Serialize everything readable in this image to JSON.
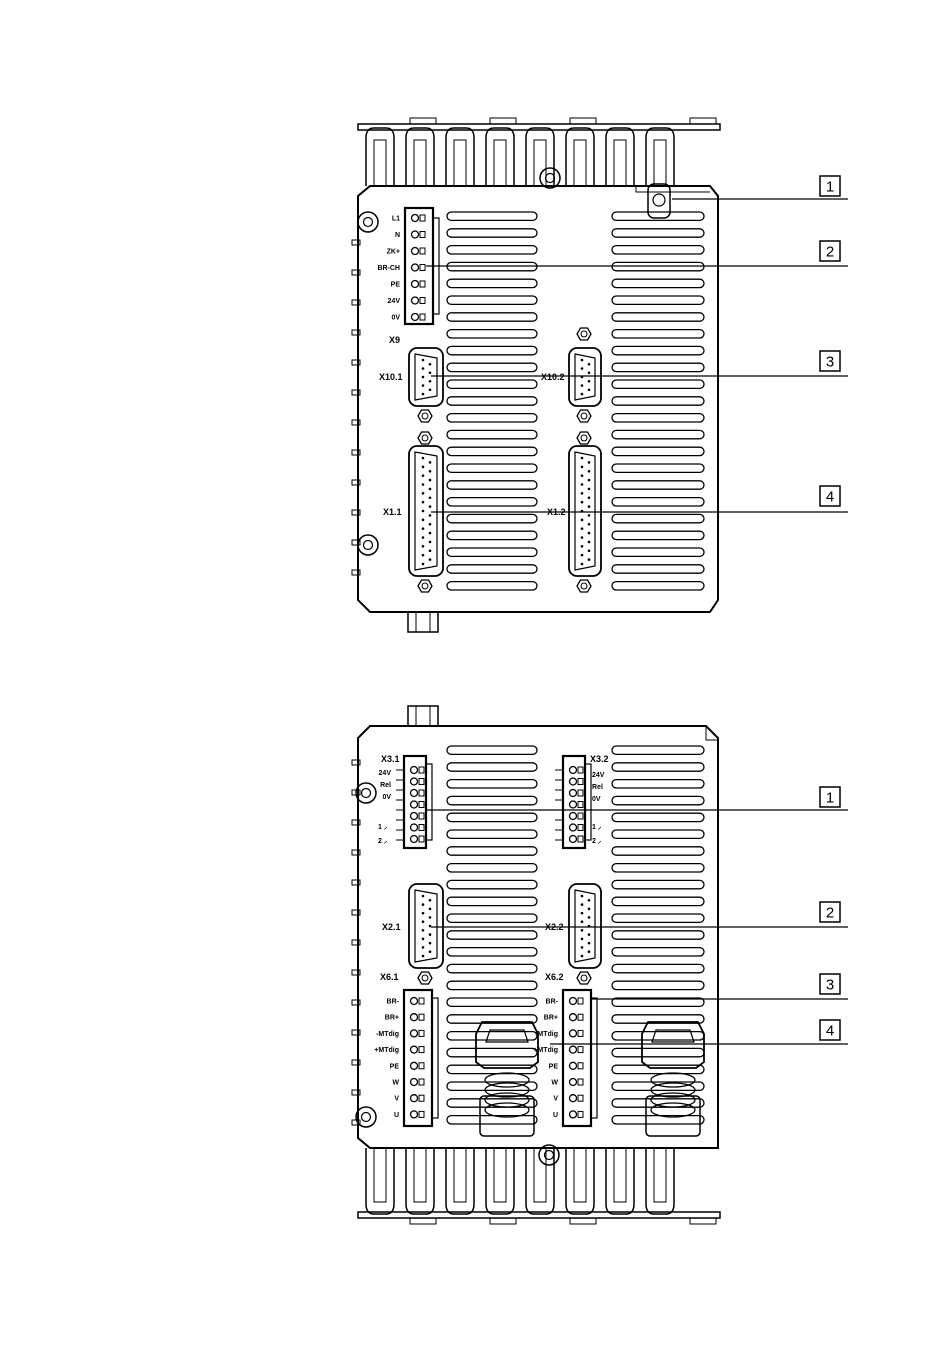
{
  "top_view": {
    "connectors": [
      "X9",
      "X10.1",
      "X10.2",
      "X1.1",
      "X1.2"
    ],
    "x9_pins": [
      "L1",
      "N",
      "ZK+",
      "BR-CH",
      "PE",
      "24V",
      "0V"
    ],
    "callouts": [
      "1",
      "2",
      "3",
      "4"
    ]
  },
  "bottom_view": {
    "connectors": [
      "X3.1",
      "X3.2",
      "X2.1",
      "X2.2",
      "X6.1",
      "X6.2"
    ],
    "x3_pins": [
      "24V",
      "Rel",
      "0V",
      "1 ⸝",
      "2 ⸝"
    ],
    "x6_pins": [
      "BR-",
      "BR+",
      "-MTdig",
      "+MTdig",
      "PE",
      "W",
      "V",
      "U"
    ],
    "callouts": [
      "1",
      "2",
      "3",
      "4"
    ]
  }
}
